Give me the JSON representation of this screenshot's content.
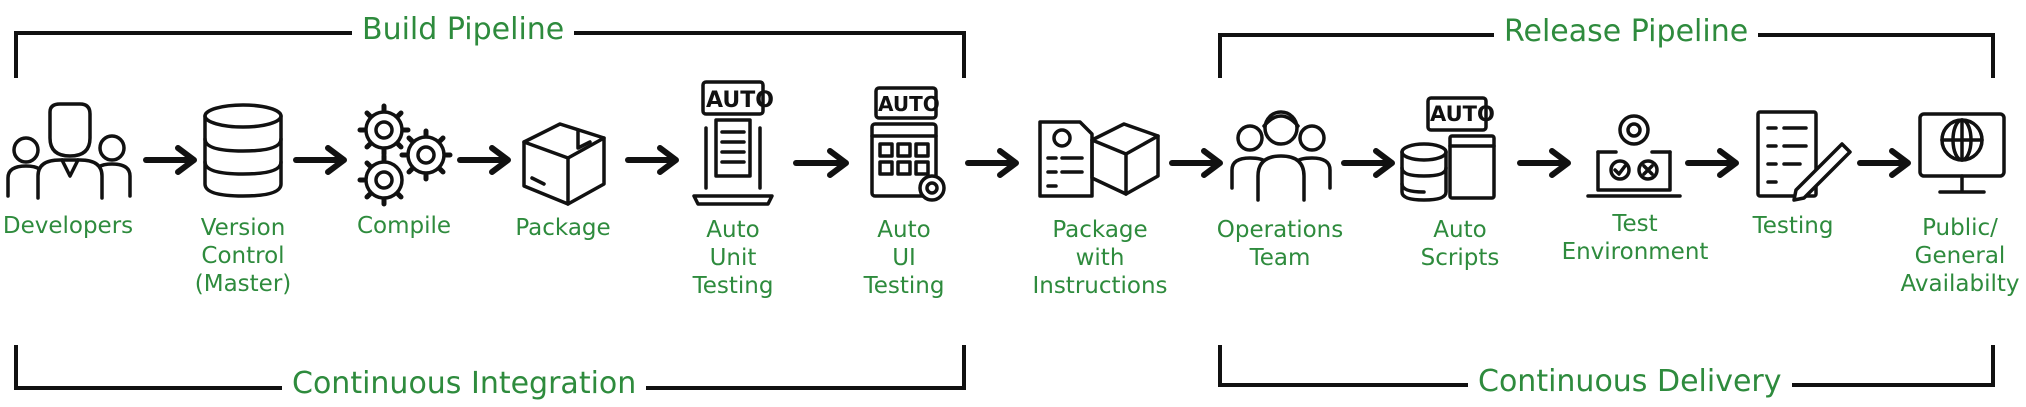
{
  "pipelines": {
    "build_title": "Build Pipeline",
    "release_title": "Release Pipeline",
    "ci_title": "Continuous Integration",
    "cd_title": "Continuous Delivery"
  },
  "steps": [
    {
      "label": "Developers",
      "icon": "developers-icon"
    },
    {
      "label": "Version\nControl\n(Master)",
      "icon": "database-icon"
    },
    {
      "label": "Compile",
      "icon": "gears-icon"
    },
    {
      "label": "Package",
      "icon": "package-box-icon"
    },
    {
      "label": "Auto\nUnit\nTesting",
      "icon": "auto-unit-testing-icon"
    },
    {
      "label": "Auto\nUI\nTesting",
      "icon": "auto-ui-testing-icon"
    },
    {
      "label": "Package\nwith\nInstructions",
      "icon": "package-instructions-icon"
    },
    {
      "label": "Operations\nTeam",
      "icon": "operations-team-icon"
    },
    {
      "label": "Auto\nScripts",
      "icon": "auto-scripts-icon"
    },
    {
      "label": "Test\nEnvironment",
      "icon": "test-environment-icon"
    },
    {
      "label": "Testing",
      "icon": "checklist-icon"
    },
    {
      "label": "Public/\nGeneral\nAvailabilty",
      "icon": "global-monitor-icon"
    }
  ],
  "badges": {
    "auto": "AUTO"
  },
  "colors": {
    "accent": "#2e8b3d",
    "ink": "#111111"
  }
}
